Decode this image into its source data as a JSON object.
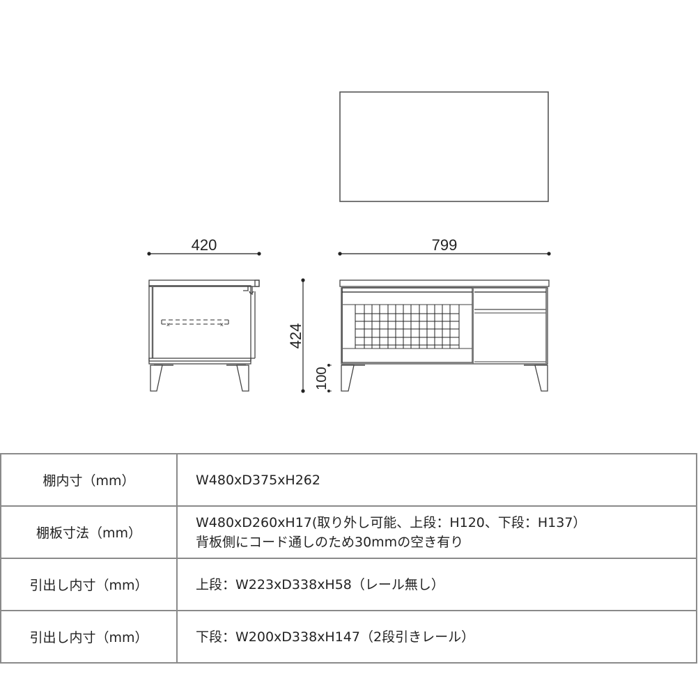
{
  "drawing": {
    "title": "Furniture dimension drawing (TV board / low cabinet)",
    "views": {
      "top": {
        "name": "top-view"
      },
      "side": {
        "name": "side-view",
        "width_label": "420"
      },
      "front": {
        "name": "front-view",
        "width_label": "799",
        "height_label": "424",
        "leg_height_label": "100"
      }
    },
    "dimensions": {
      "depth": "420",
      "width": "799",
      "height": "424",
      "leg_height": "100"
    },
    "colors": {
      "line": "#444444",
      "line_light": "#8a8a8a",
      "grid": "#222222"
    }
  },
  "spec_table": {
    "rows": [
      {
        "label": "棚内寸（mm）",
        "values": [
          "W480xD375xH262"
        ]
      },
      {
        "label": "棚板寸法（mm）",
        "values": [
          "W480xD260xH17(取り外し可能、上段：H120、下段：H137）",
          "背板側にコード通しのため30mmの空き有り"
        ]
      },
      {
        "label": "引出し内寸（mm）",
        "values": [
          "上段：W223xD338xH58（レール無し）"
        ]
      },
      {
        "label": "引出し内寸（mm）",
        "values": [
          "下段：W200xD338xH147（2段引きレール）"
        ]
      }
    ]
  }
}
